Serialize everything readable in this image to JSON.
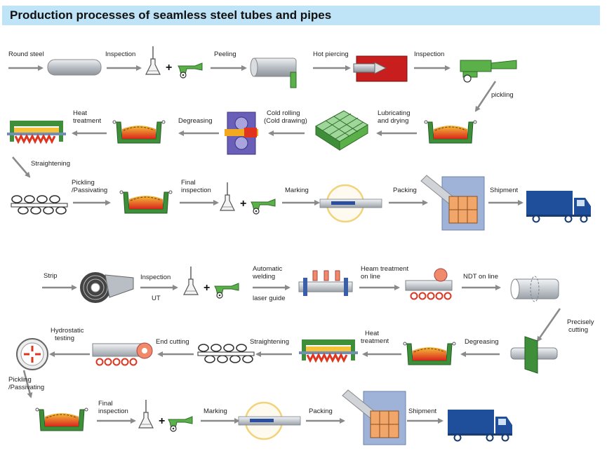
{
  "title": "Production processes of seamless steel tubes and pipes",
  "labels": {
    "round_steel": "Round steel",
    "inspection_1": "Inspection",
    "peeling": "Peeling",
    "hot_piercing": "Hot piercing",
    "inspection_2": "Inspection",
    "pickling": "pickling",
    "lubricating_1": "Lubricating",
    "lubricating_2": "and drying",
    "cold_rolling_1": "Cold rolling",
    "cold_rolling_2": "(Cold drawing)",
    "degreasing_1": "Degreasing",
    "heat_treatment_1a": "Heat",
    "heat_treatment_1b": "treatment",
    "straightening_1": "Straightening",
    "pickling_passivating_1a": "Pickling",
    "pickling_passivating_1b": "/Passivating",
    "final_inspection_1a": "Final",
    "final_inspection_1b": "inspection",
    "marking_1": "Marking",
    "packing_1": "Packing",
    "shipment_1": "Shipment",
    "strip": "Strip",
    "inspection_3": "Inspection",
    "ut": "UT",
    "automatic_welding_1": "Automatic",
    "automatic_welding_2": "welding",
    "laser_guide": "laser guide",
    "heam_treatment_1": "Heam treatment",
    "heam_treatment_2": "on line",
    "ndt_on_line": "NDT on line",
    "precisely_cutting_1": "Precisely",
    "precisely_cutting_2": "cutting",
    "degreasing_2": "Degreasing",
    "heat_treatment_2a": "Heat",
    "heat_treatment_2b": "treatment",
    "straightening_2": "Straightening",
    "end_cutting": "End cutting",
    "hydrostatic_1": "Hydrostatic",
    "hydrostatic_2": "testing",
    "pickling_passivating_2a": "Pickling",
    "pickling_passivating_2b": "/Passivating",
    "final_inspection_2a": "Final",
    "final_inspection_2b": "inspection",
    "marking_2": "Marking",
    "packing_2": "Packing",
    "shipment_2": "Shipment"
  },
  "plus_sign": "+",
  "colors": {
    "title_band": "#bfe3f7",
    "arrow": "#8a8a8a",
    "steel": "#c9ccd0",
    "furnace_green": "#3f8f3a",
    "heat_red": "#d9261c",
    "heat_orange": "#f2a81f",
    "truck_blue": "#1f4f9a",
    "lens_yellow": "#f1d37a"
  },
  "icons": [
    "round-steel-icon",
    "flask-icon",
    "inspection-gauge-icon",
    "peeling-machine-icon",
    "hot-piercing-icon",
    "pickling-tank-icon",
    "lubricating-tank-icon",
    "cold-rolling-mill-icon",
    "heat-treatment-furnace-icon",
    "straightening-rollers-icon",
    "marking-lens-icon",
    "packing-bundle-icon",
    "truck-icon",
    "strip-coil-icon",
    "welding-line-icon",
    "heat-treatment-rollers-icon",
    "ndt-pipe-icon",
    "cutting-icon",
    "end-cutting-icon",
    "hydrostatic-gauge-icon"
  ]
}
